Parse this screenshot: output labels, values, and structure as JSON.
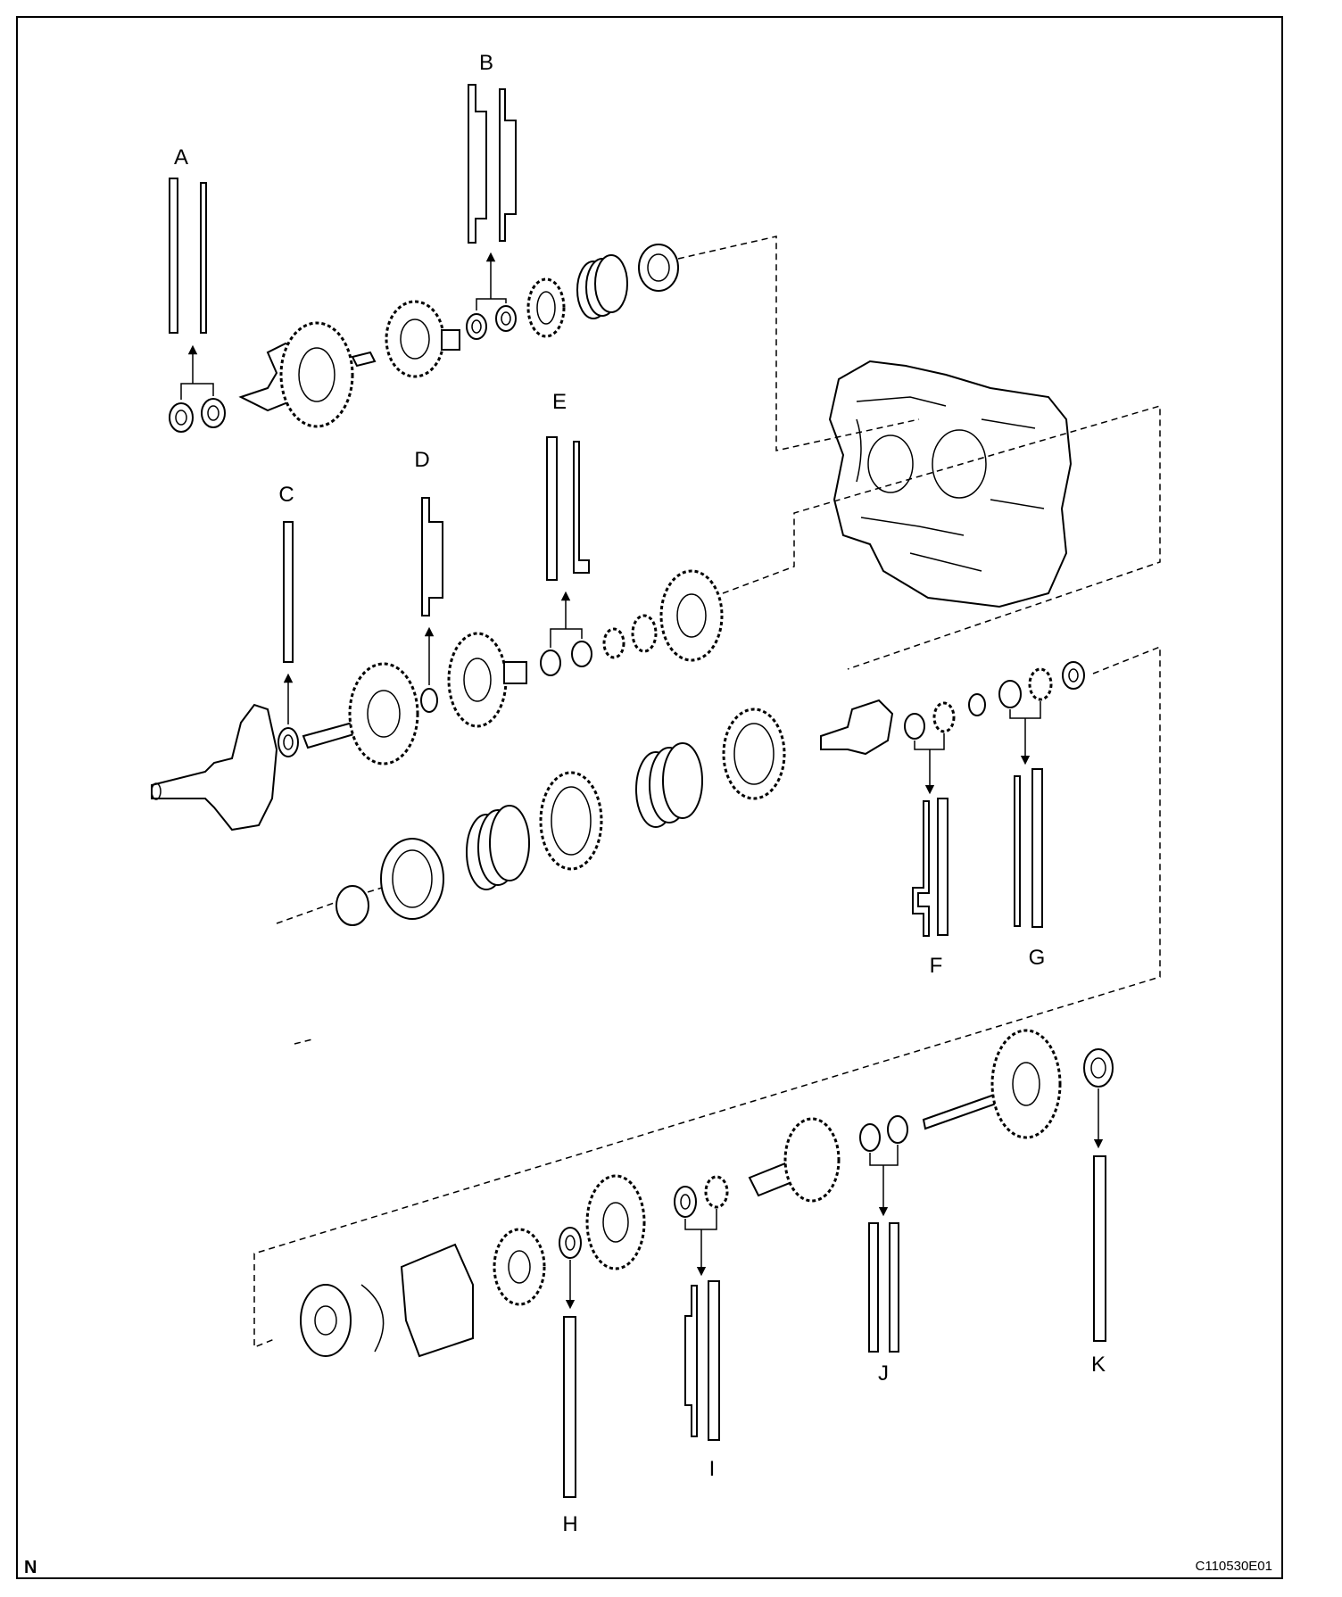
{
  "figure": {
    "labels": {
      "A": "A",
      "B": "B",
      "C": "C",
      "D": "D",
      "E": "E",
      "F": "F",
      "G": "G",
      "H": "H",
      "I": "I",
      "J": "J",
      "K": "K"
    },
    "corner_mark": "N",
    "figure_code": "C110530E01"
  }
}
